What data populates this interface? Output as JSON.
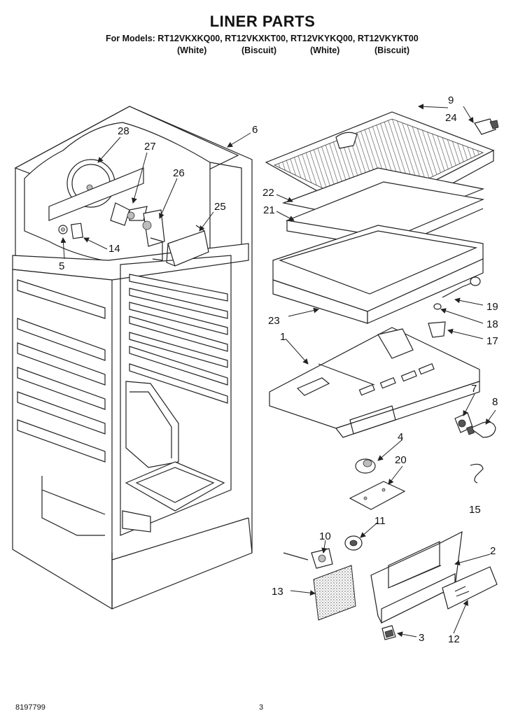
{
  "header": {
    "title": "LINER PARTS",
    "models_line": "For Models: RT12VKXKQ00, RT12VKXKT00, RT12VKYKQ00, RT12VKYKT00",
    "colors": [
      "(White)",
      "(Biscuit)",
      "(White)",
      "(Biscuit)"
    ]
  },
  "footer": {
    "doc_number": "8197799",
    "page_number": "3"
  },
  "callouts": {
    "c1": "1",
    "c2": "2",
    "c3": "3",
    "c4": "4",
    "c5": "5",
    "c6": "6",
    "c7": "7",
    "c8": "8",
    "c9": "9",
    "c10": "10",
    "c11": "11",
    "c12": "12",
    "c13": "13",
    "c14": "14",
    "c15": "15",
    "c17": "17",
    "c18": "18",
    "c19": "19",
    "c20": "20",
    "c21": "21",
    "c22": "22",
    "c23": "23",
    "c24": "24",
    "c25": "25",
    "c26": "26",
    "c27": "27",
    "c28": "28"
  }
}
